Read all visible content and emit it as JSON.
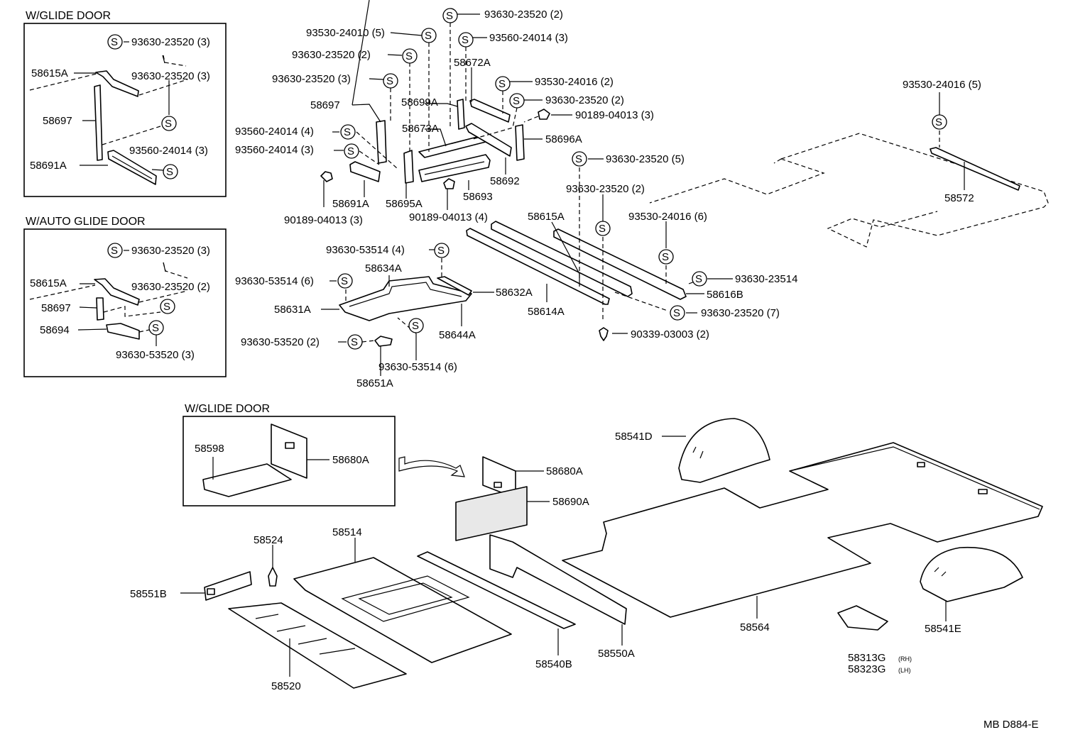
{
  "sections": {
    "glide_door_top": "W/GLIDE DOOR",
    "auto_glide_door": "W/AUTO GLIDE DOOR",
    "glide_door_bottom": "W/GLIDE DOOR"
  },
  "symbol_letter": "S",
  "diagram_code": "MB D884-E",
  "labels": {
    "a1": "93630-23520 (3)",
    "a2": "58615A",
    "a3": "93630-23520 (3)",
    "a4": "58697",
    "a5": "93560-24014 (3)",
    "a6": "58691A",
    "b1": "93630-23520 (3)",
    "b2": "58615A",
    "b3": "93630-23520 (2)",
    "b4": "58697",
    "b5": "58694",
    "b6": "93630-53520 (3)",
    "c1": "93630-23520 (2)",
    "c2": "93530-24010 (5)",
    "c3": "93560-24014 (3)",
    "c4": "93630-23520 (2)",
    "c5": "58672A",
    "c6": "93630-23520 (3)",
    "c7": "93530-24016 (2)",
    "c8": "58697",
    "c9": "58699A",
    "c10": "93630-23520 (2)",
    "c11": "90189-04013 (3)",
    "c12": "93560-24014 (4)",
    "c13": "58673A",
    "c14": "58696A",
    "c15": "93560-24014 (3)",
    "c16": "58692",
    "c17": "58691A",
    "c18": "58695A",
    "c19": "58693",
    "c20": "90189-04013 (3)",
    "c21": "90189-04013 (4)",
    "d1": "93630-23520 (5)",
    "d2": "93630-23520 (2)",
    "d3": "58615A",
    "d4": "93530-24016 (6)",
    "d5": "93630-23514",
    "d6": "58616B",
    "d7": "58614A",
    "d8": "93630-23520 (7)",
    "d9": "90339-03003 (2)",
    "e1": "93530-24016 (5)",
    "e2": "58572",
    "f1": "93630-53514 (4)",
    "f2": "58634A",
    "f3": "93630-53514 (6)",
    "f4": "58632A",
    "f5": "58631A",
    "f6": "58644A",
    "f7": "93630-53520 (2)",
    "f8": "93630-53514 (6)",
    "f9": "58651A",
    "g1": "58598",
    "g2": "58680A",
    "h1": "58680A",
    "h2": "58690A",
    "h3": "58541D",
    "h4": "58524",
    "h5": "58514",
    "h6": "58551B",
    "h7": "58520",
    "h8": "58540B",
    "h9": "58550A",
    "h10": "58564",
    "h11": "58541E",
    "h12": "58313G",
    "h12s": "(RH)",
    "h13": "58323G",
    "h13s": "(LH)"
  }
}
